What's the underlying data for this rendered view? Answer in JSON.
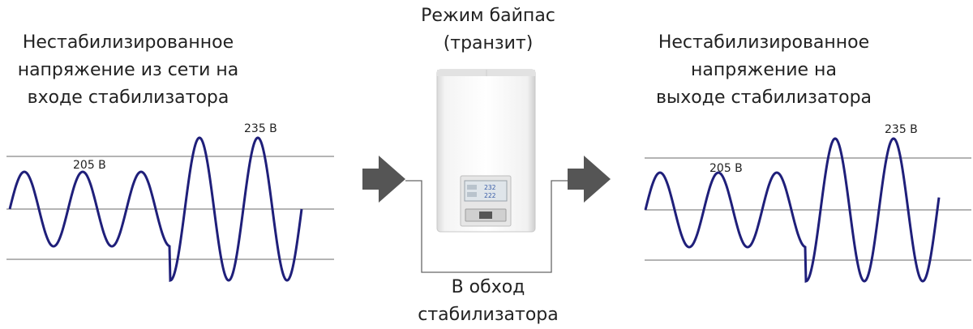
{
  "input_title": [
    "Нестабилизированное",
    "напряжение из сети на",
    "входе стабилизатора"
  ],
  "mode_title": [
    "Режим байпас",
    "(транзит)"
  ],
  "output_title": [
    "Нестабилизированное",
    "напряжение на",
    "выходе стабилизатора"
  ],
  "bypass_label": [
    "В обход",
    "стабилизатора"
  ],
  "waveform_left": {
    "label_low": "205 В",
    "label_high": "235 В"
  },
  "waveform_right": {
    "label_low": "205 В",
    "label_high": "235 В"
  },
  "stabilizer_display": {
    "top_value": "232",
    "bottom_value": "222"
  },
  "colors": {
    "wave": "#1f1f7a",
    "arrow": "#555555",
    "reference_line": "#888888",
    "device_body": "#eeeeee"
  }
}
